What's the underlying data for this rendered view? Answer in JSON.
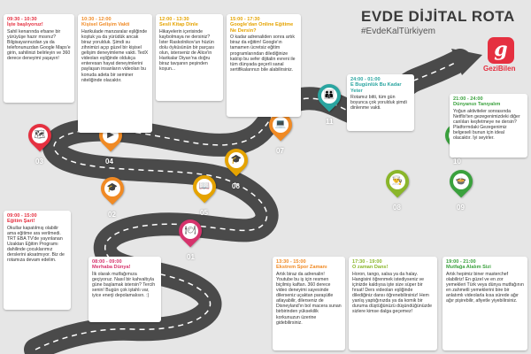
{
  "header": {
    "title": "EVDE DİJİTAL ROTA",
    "hashtag": "#EvdeKalTürkiyem",
    "logo_letter": "g",
    "logo_name": "GeziBilen"
  },
  "colors": {
    "road": "#4a4a4a",
    "road_line": "#ffffff",
    "red": "#e53040",
    "orange": "#f08a24",
    "yellow": "#e5a300",
    "green": "#3aa13d",
    "teal": "#2aa5a0",
    "blue": "#1f7bc2",
    "purple": "#7a4a9d",
    "pink": "#d6336c",
    "lime": "#8ab62a"
  },
  "stops": [
    {
      "number": "01",
      "icon": "dish-icon",
      "time": "08:00 - 09:00",
      "heading": "Merhaba Dünya!",
      "text": "İlk olarak mutfağımıza geçiyoruz. Nasıl bir kahvaltıyla güne başlamak istersin? Tercih senin! Bugün çok iştahlı var, iyice enerji depolamalısın. :)"
    },
    {
      "number": "02",
      "icon": "graduate-icon",
      "time": "09:00 - 15:00",
      "heading": "Eğitim Şart!",
      "text": "Okullar kapatılmış olabilir ama eğitime ara verilmedi. TRT EBA TV'de yayınlanan Uzaktan Eğitim Programı dahilinde çocuklarımız derslerini aksatmıyor. Biz de rotamıza devam edelim."
    },
    {
      "number": "03",
      "icon": "street-view-icon",
      "time": "09:30 - 10:30",
      "heading": "İşte başlıyoruz!",
      "text": "Sahil kenarında efsane bir yürüyüşe hazır mısınız? Bilgisayarınızdan ya da telefonunuzdan Google Maps'e girin, sahilinizi belirleyin ve 360 derece deneyimi yaşayın!"
    },
    {
      "number": "04",
      "icon": "video-icon",
      "time": "10:30 - 12:00",
      "heading": "Kişisel Gelişim Vakti",
      "text": "Harikulade manzaralar eşliğinde koştuk ya da yürüdük ancak biraz yorulduk. Şimdi su zihnimizi açıp güzel bir kişisel gelişim deneyimleme vakti. TedX videoları eşliğinde oldukça enteresan hayat deneyimlerini paylaşan insanların videoları bu konuda adeta bir seminer niteliğinde olacaktır."
    },
    {
      "number": "05",
      "icon": "book-icon",
      "time": "12:00 - 13:30",
      "heading": "Sesli Kitap Dinle",
      "text": "Hikayelerin içerisinde kaybolmaya ne dersiniz? İster Raskolnikov'un hüzün dolu öyküsünün bir parçası olun, isterseniz de Alice'in Harikalar Diyarı'na doğru biraz tavşanın peşinden koşun..."
    },
    {
      "number": "06",
      "icon": "graduation-cap-icon",
      "time": "15:00 - 17:30",
      "heading": "Google'dan Online Eğitime Ne Dersin?",
      "text": "O kadar adrenaliden sonra artık biraz da eğitim! Google'ın tamamen ücretsiz eğitim programlarından dilediğinize katılıp bu sefer dijitalin evreni ile tüm dünyada geçerli sanal sertifikalarınızı bile alabilirsiniz."
    },
    {
      "number": "07",
      "icon": "computer-icon",
      "time": "13:30 - 15:00",
      "heading": "Ekstrem Spor Zamanı",
      "text": "Artık biraz da adrenalin! Youtube bu iş için resmen biçilmiş kaftan. 360 derece video deneyimi sayesinde dilerseniz uçaktan paraşütle atlayabilir, dilerseniz de Disneyland'ın bol macera sunan birbirinden yüksekilik korkunuzun üzerine gidebilirsiniz."
    },
    {
      "number": "08",
      "icon": "chef-icon",
      "time": "17:30 - 19:00",
      "heading": "O zaman Dans!",
      "text": "Horon, tango, salsa ya da halay. Hangisini öğrenmek istediyseniz ve içinizde kaldıysa işte size süper bir fırsat! Ders videoları eşliğinde dilediğiniz dansı öğrenebilirsiniz! Hem yanlış yaptığınızda ya da komik bir duruma düştüğünüzü düşündüğünüzde sizlere kimse dalga geçemez!"
    },
    {
      "number": "09",
      "icon": "cooking-icon",
      "time": "19:00 - 21:00",
      "heading": "Mutfağa Alalım Sizi",
      "text": "Artık hepimiz biner masterchef olabiliriz! En güzel ve en zor yemekleri Türk veya dünya mutfağının en zahmetli yemeklerini bire bir anlatımlı videolarla kısa sürede ağır ağır pişirebilir, afiyetle yiyebilirsiniz."
    },
    {
      "number": "10",
      "icon": "movie-icon",
      "time": "21:00 - 24:00",
      "heading": "Dünyanızı Tanıyalım",
      "text": "Yoğun aktiviteler sonrasında Netflix'ten gezegenimizdeki diğer canlıları keşfetmeye ne dersin? Platformdaki Gezegenimiz belgeseli bunun için ideal olacaktır. İyi seyirler."
    },
    {
      "number": "11",
      "icon": "family-icon",
      "time": "24:00 - 01:00",
      "heading": "E Bugünlük Bu Kadar Yeter",
      "text": "Rotamız bitti, tüm gün boyunca çok yorulduk şimdi dinlenme vakti."
    }
  ]
}
